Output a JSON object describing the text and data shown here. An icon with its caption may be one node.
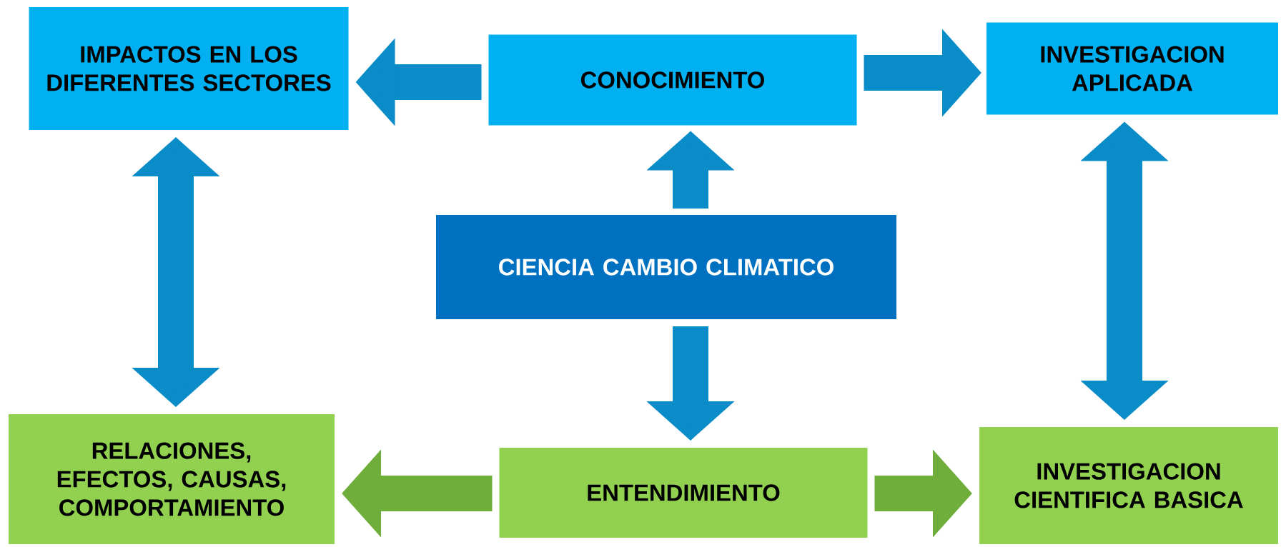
{
  "diagram": {
    "nodes": [
      {
        "text": [
          "IMPACTOS EN LOS DIFERENTES SECTORES"
        ]
      },
      {
        "text": [
          "CONOCIMIENTO"
        ]
      },
      {
        "text": [
          "INVESTIGACION APLICADA"
        ]
      },
      {
        "text": [
          "CIENCIA CAMBIO CLIMATICO"
        ]
      },
      {
        "text": [
          "RELACIONES, EFECTOS, CAUSAS, COMPORTAMIENTO"
        ]
      },
      {
        "text": [
          "ENTENDIMIENTO"
        ]
      },
      {
        "text": [
          "INVESTIGACION CIENTIFICA BASICA"
        ]
      }
    ],
    "edges": [
      {
        "from": 1,
        "to": 0,
        "arrow": "to"
      },
      {
        "from": 1,
        "to": 2,
        "arrow": "to"
      },
      {
        "from": 3,
        "to": 1,
        "arrow": "to"
      },
      {
        "from": 3,
        "to": 5,
        "arrow": "to"
      },
      {
        "from": 0,
        "to": 4,
        "arrow": "both"
      },
      {
        "from": 2,
        "to": 6,
        "arrow": "both"
      },
      {
        "from": 5,
        "to": 4,
        "arrow": "to",
        "color": "#6fae3a"
      },
      {
        "from": 5,
        "to": 6,
        "arrow": "to",
        "color": "#6fae3a"
      }
    ]
  }
}
